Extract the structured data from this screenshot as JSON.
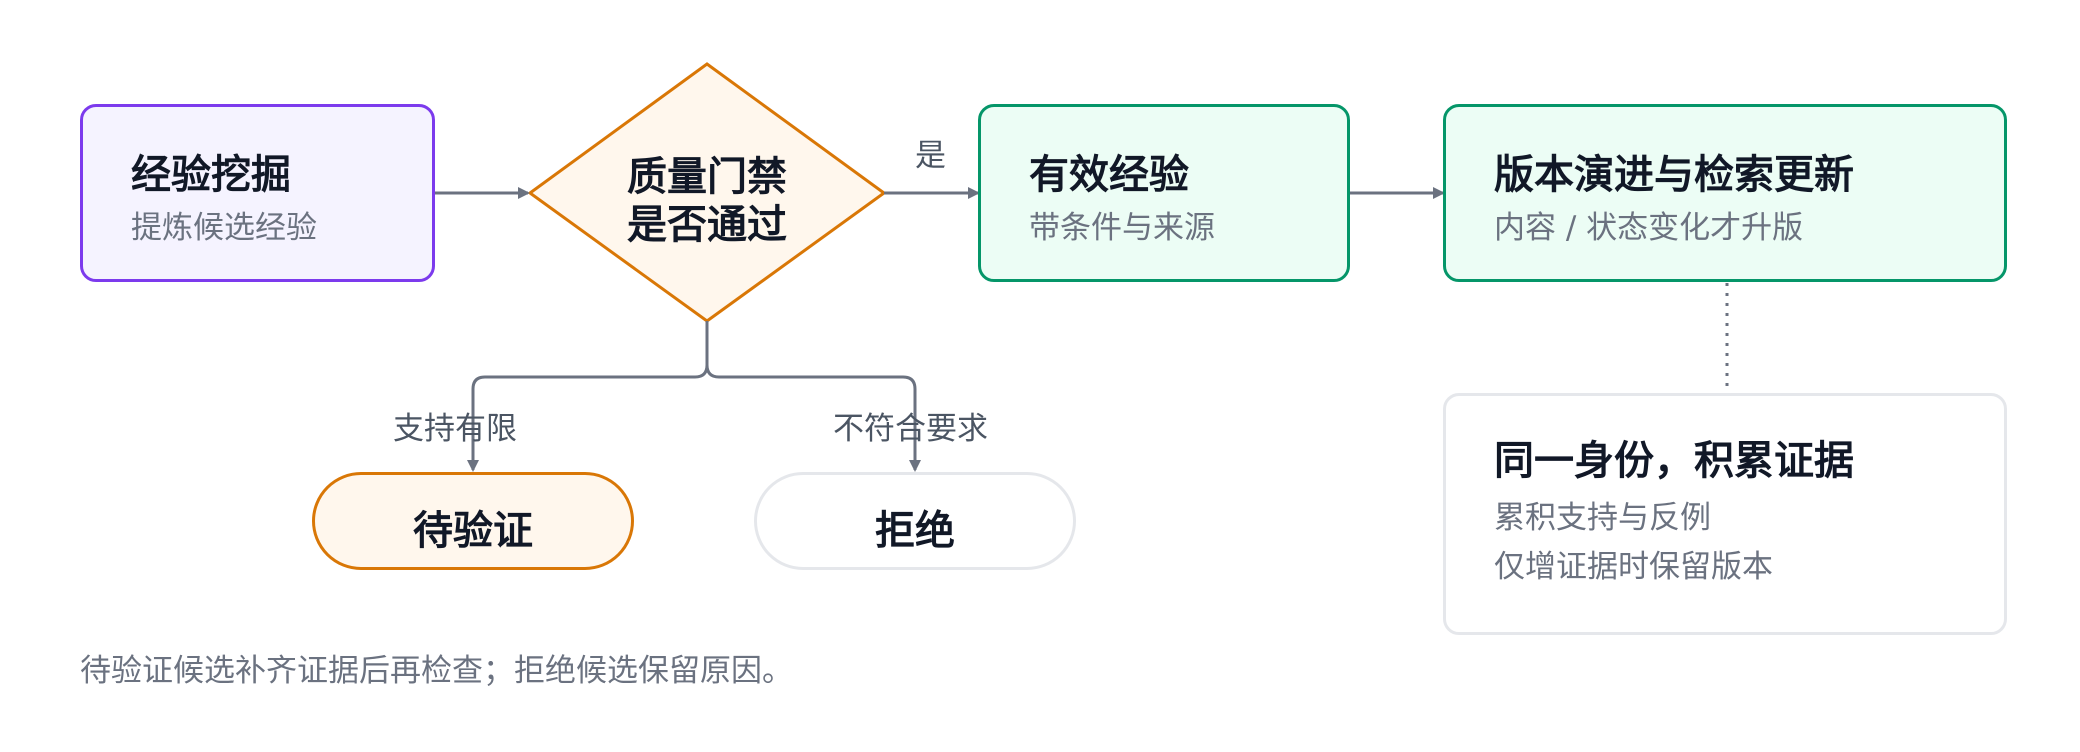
{
  "nodes": {
    "mining": {
      "title": "经验挖掘",
      "subtitle": "提炼候选经验"
    },
    "gate": {
      "line1": "质量门禁",
      "line2": "是否通过"
    },
    "valid": {
      "title": "有效经验",
      "subtitle": "带条件与来源"
    },
    "version": {
      "title": "版本演进与检索更新",
      "subtitle": "内容 / 状态变化才升版"
    },
    "evidence": {
      "title": "同一身份，积累证据",
      "line1": "累积支持与反例",
      "line2": "仅增证据时保留版本"
    },
    "pending": {
      "label": "待验证"
    },
    "reject": {
      "label": "拒绝"
    }
  },
  "edge_labels": {
    "yes": "是",
    "limited": "支持有限",
    "not_met": "不符合要求"
  },
  "footnote": "待验证候选补齐证据后再检查；拒绝候选保留原因。",
  "colors": {
    "purple_border": "#7c3aed",
    "purple_fill": "#f5f3ff",
    "orange_border": "#d97706",
    "orange_fill": "#fff7ed",
    "green_border": "#059669",
    "green_fill": "#ecfdf5",
    "gray_border": "#e5e7eb",
    "edge": "#6b7280"
  }
}
